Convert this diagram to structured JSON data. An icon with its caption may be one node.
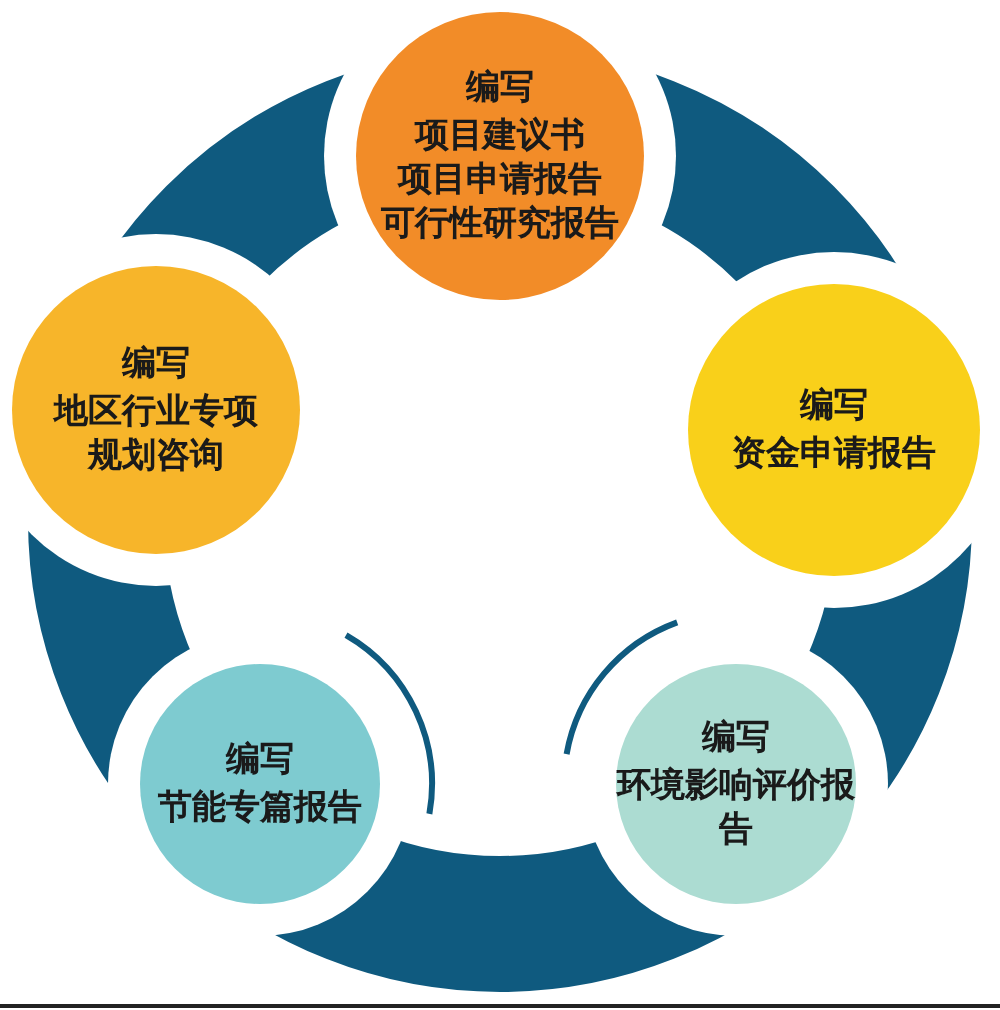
{
  "diagram": {
    "nodes": [
      {
        "text": [
          "编写",
          "项目建议书",
          "项目申请报告",
          "可行性研究报告"
        ]
      },
      {
        "text": [
          "编写",
          "资金申请报告"
        ]
      },
      {
        "text": [
          "编写",
          "环境影响评价报告"
        ]
      },
      {
        "text": [
          "编写",
          "节能专篇报告"
        ]
      },
      {
        "text": [
          "编写",
          "地区行业专项规划咨询"
        ]
      }
    ]
  }
}
